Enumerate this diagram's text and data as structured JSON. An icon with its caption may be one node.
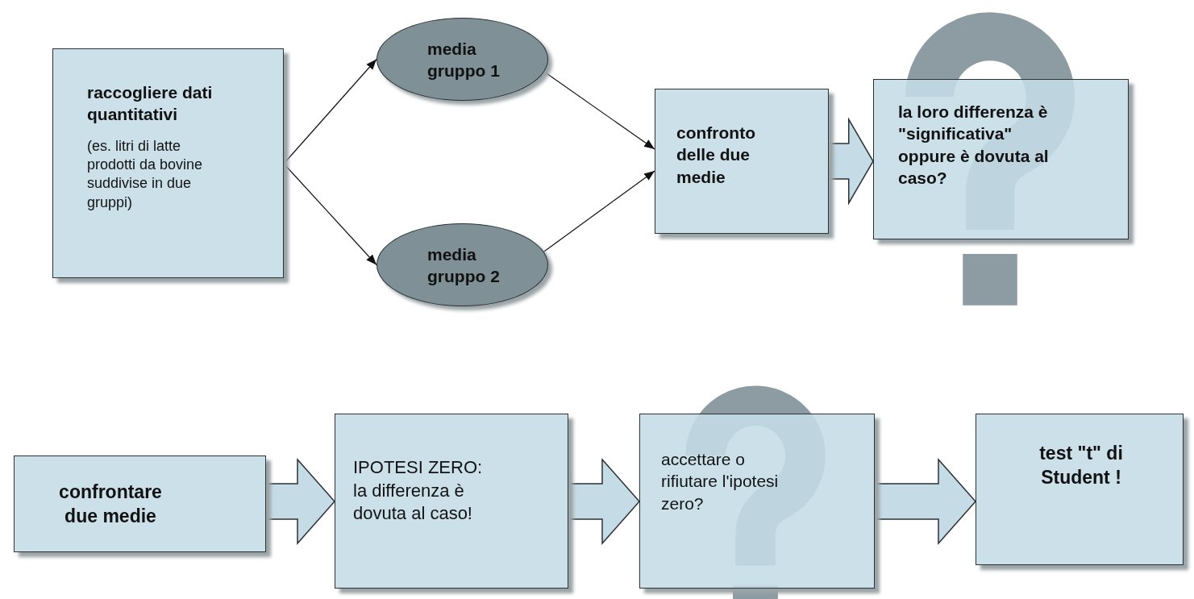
{
  "diagram": {
    "nodes": [
      {
        "text": [
          "raccogliere dati quantitativi",
          "(es. litri di latte prodotti da bovine suddivise in due gruppi)"
        ]
      },
      {
        "text": [
          "media gruppo 1"
        ]
      },
      {
        "text": [
          "media gruppo 2"
        ]
      },
      {
        "text": [
          "confronto delle due medie"
        ]
      },
      {
        "text": [
          "la loro differenza è \"significativa\" oppure è dovuta al caso?"
        ]
      },
      {
        "text": [
          "confrontare due medie"
        ]
      },
      {
        "text": [
          "IPOTESI ZERO: la differenza è dovuta al caso!"
        ]
      },
      {
        "text": [
          "accettare o rifiutare l'ipotesi zero?"
        ]
      },
      {
        "text": [
          "test \"t\" di Student !"
        ]
      }
    ],
    "edges": [
      {
        "from": 0,
        "to": 1,
        "arrow": "to"
      },
      {
        "from": 0,
        "to": 2,
        "arrow": "to"
      },
      {
        "from": 1,
        "to": 3,
        "arrow": "to"
      },
      {
        "from": 2,
        "to": 3,
        "arrow": "to"
      },
      {
        "from": 3,
        "to": 4,
        "arrow": "to",
        "style": "thick"
      },
      {
        "from": 5,
        "to": 6,
        "arrow": "to",
        "style": "thick"
      },
      {
        "from": 6,
        "to": 7,
        "arrow": "to",
        "style": "thick"
      },
      {
        "from": 7,
        "to": 8,
        "arrow": "to",
        "style": "thick"
      }
    ]
  }
}
